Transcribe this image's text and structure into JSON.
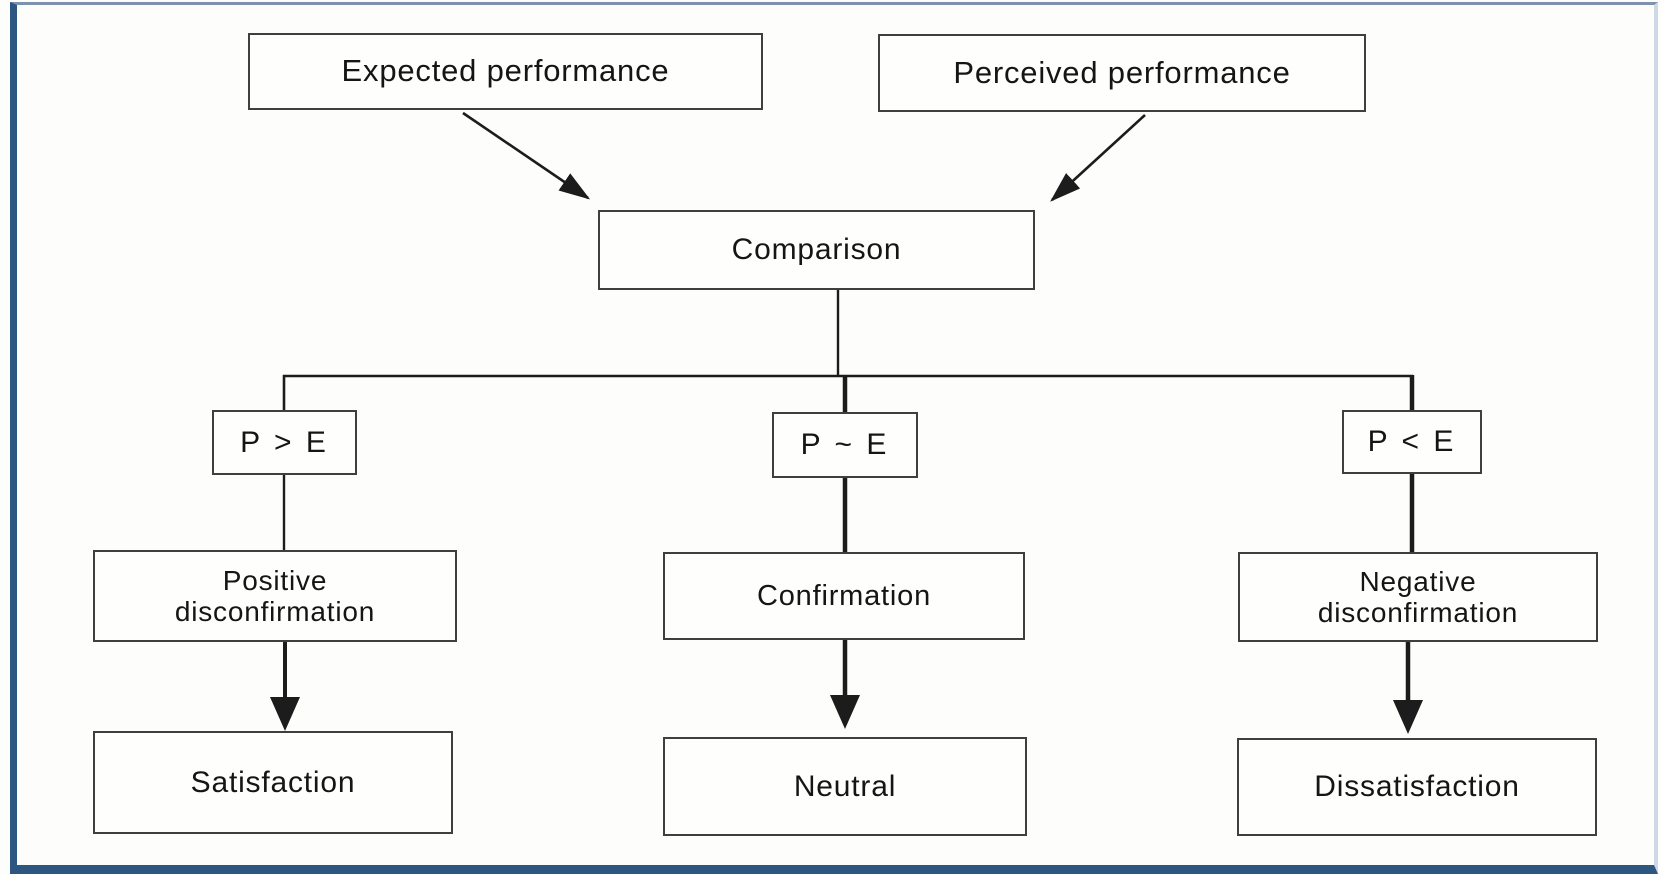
{
  "nodes": {
    "expected": "Expected performance",
    "perceived": "Perceived performance",
    "comparison": "Comparison",
    "p_greater_e": "P > E",
    "p_similar_e": "P ~ E",
    "p_less_e": "P < E",
    "positive_disconfirmation": "Positive disconfirmation",
    "confirmation": "Confirmation",
    "negative_disconfirmation": "Negative disconfirmation",
    "satisfaction": "Satisfaction",
    "neutral": "Neutral",
    "dissatisfaction": "Dissatisfaction"
  },
  "edges": [
    {
      "from": "expected",
      "to": "comparison",
      "style": "arrow"
    },
    {
      "from": "perceived",
      "to": "comparison",
      "style": "arrow"
    },
    {
      "from": "comparison",
      "to": "p_greater_e",
      "style": "line"
    },
    {
      "from": "comparison",
      "to": "p_similar_e",
      "style": "line"
    },
    {
      "from": "comparison",
      "to": "p_less_e",
      "style": "line"
    },
    {
      "from": "p_greater_e",
      "to": "positive_disconfirmation",
      "style": "line"
    },
    {
      "from": "p_similar_e",
      "to": "confirmation",
      "style": "line"
    },
    {
      "from": "p_less_e",
      "to": "negative_disconfirmation",
      "style": "line"
    },
    {
      "from": "positive_disconfirmation",
      "to": "satisfaction",
      "style": "arrow"
    },
    {
      "from": "confirmation",
      "to": "neutral",
      "style": "arrow"
    },
    {
      "from": "negative_disconfirmation",
      "to": "dissatisfaction",
      "style": "arrow"
    }
  ],
  "colors": {
    "frame": "#2d5681",
    "frame_top": "#7d92ab",
    "frame_right": "#cdd9e7",
    "line": "#1c1c1c",
    "box_border": "#3f3f3f",
    "text": "#151515",
    "background": "#fdfdfb"
  }
}
